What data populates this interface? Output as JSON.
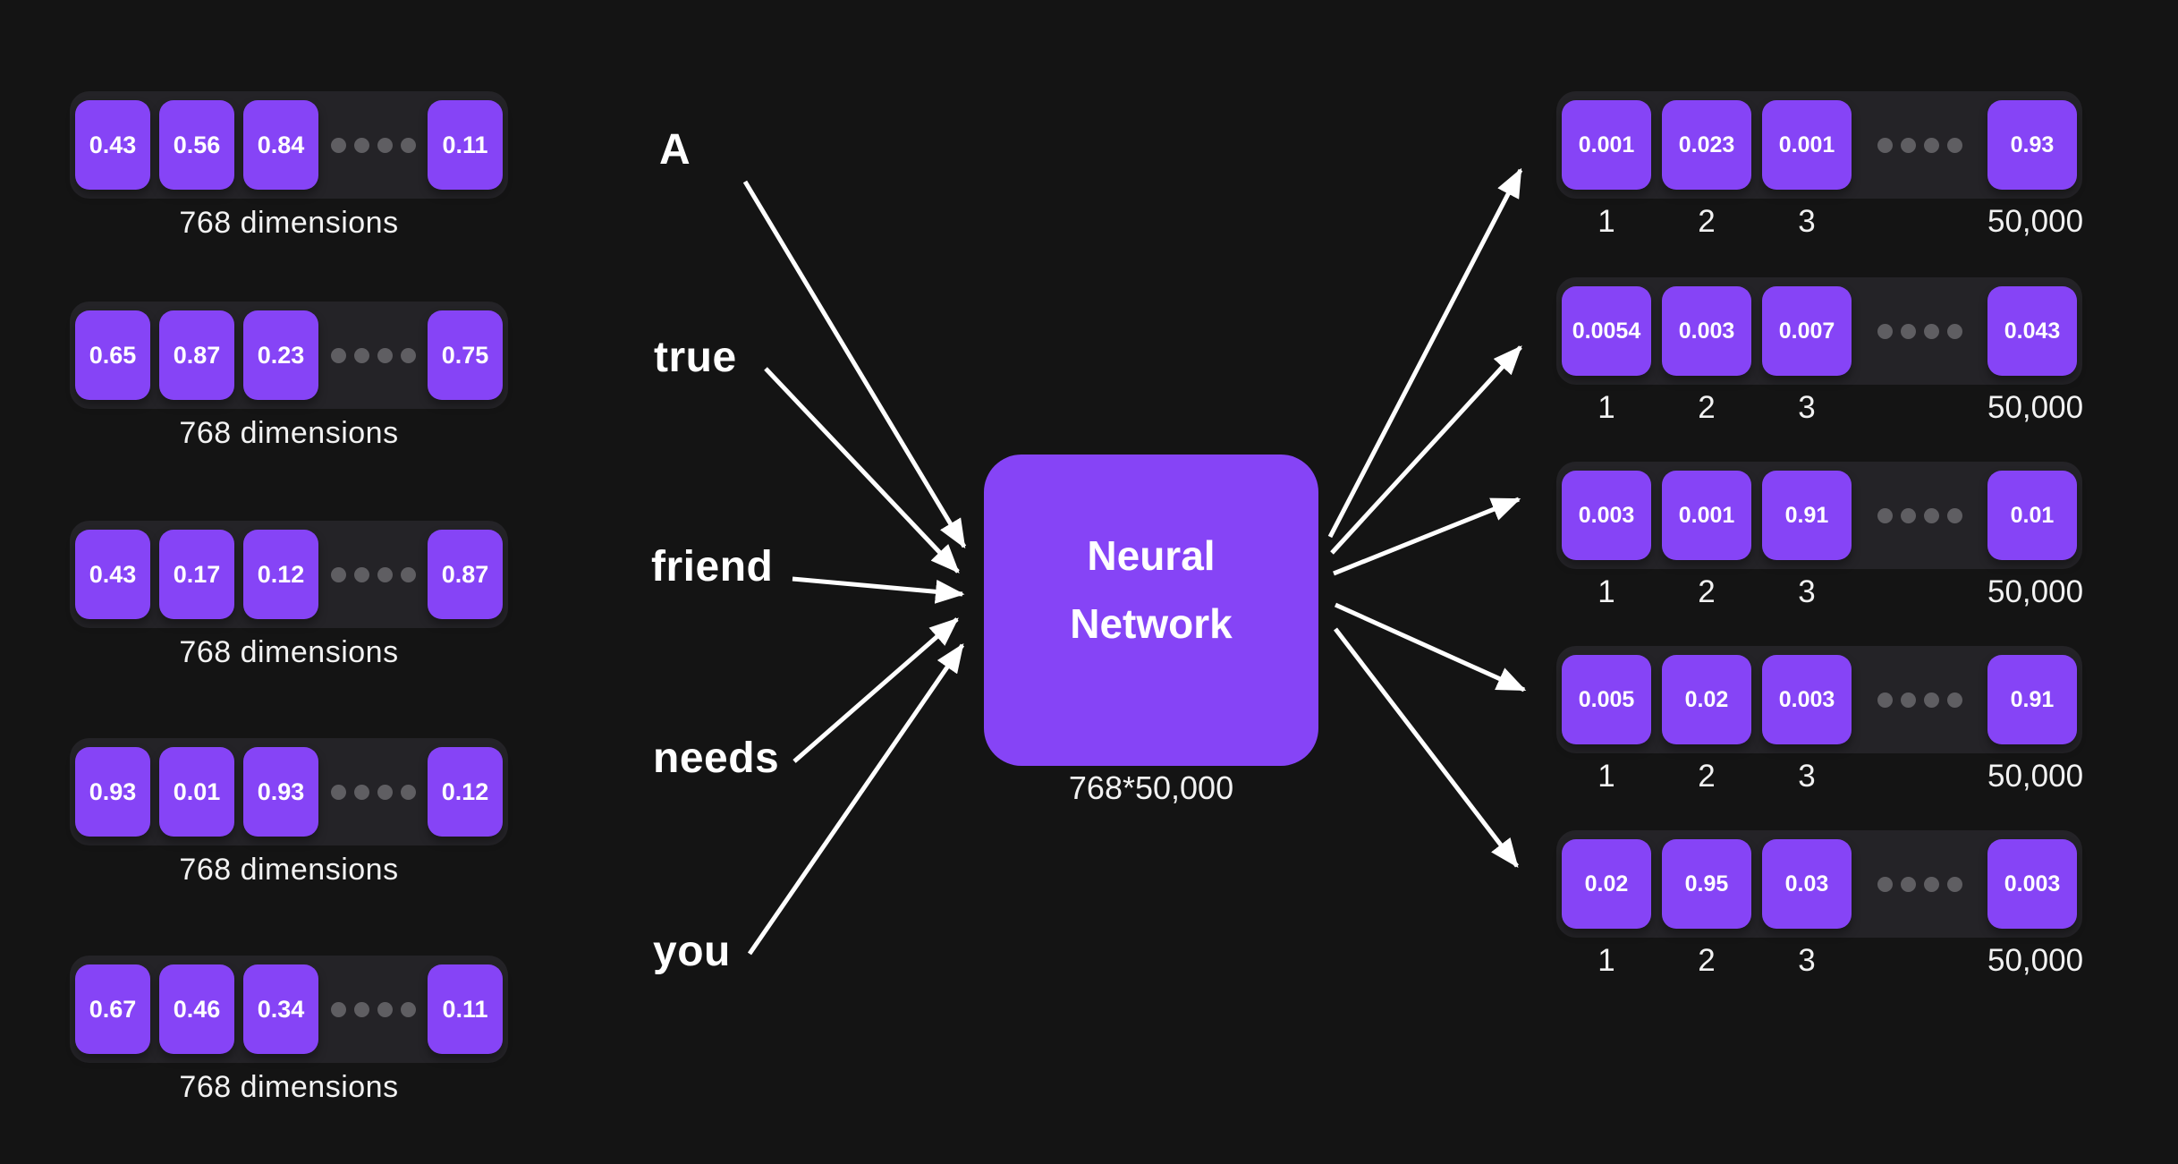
{
  "embedding_rows": [
    {
      "values": [
        "0.43",
        "0.56",
        "0.84",
        "0.11"
      ],
      "label": "768 dimensions"
    },
    {
      "values": [
        "0.65",
        "0.87",
        "0.23",
        "0.75"
      ],
      "label": "768 dimensions"
    },
    {
      "values": [
        "0.43",
        "0.17",
        "0.12",
        "0.87"
      ],
      "label": "768 dimensions"
    },
    {
      "values": [
        "0.93",
        "0.01",
        "0.93",
        "0.12"
      ],
      "label": "768 dimensions"
    },
    {
      "values": [
        "0.67",
        "0.46",
        "0.34",
        "0.11"
      ],
      "label": "768 dimensions"
    }
  ],
  "input_words": [
    "A",
    "true",
    "friend",
    "needs",
    "you"
  ],
  "network": {
    "title_line1": "Neural",
    "title_line2": "Network",
    "caption": "768*50,000"
  },
  "output_rows": [
    {
      "values": [
        "0.001",
        "0.023",
        "0.001",
        "0.93"
      ],
      "ticks": [
        "1",
        "2",
        "3",
        "50,000"
      ]
    },
    {
      "values": [
        "0.0054",
        "0.003",
        "0.007",
        "0.043"
      ],
      "ticks": [
        "1",
        "2",
        "3",
        "50,000"
      ]
    },
    {
      "values": [
        "0.003",
        "0.001",
        "0.91",
        "0.01"
      ],
      "ticks": [
        "1",
        "2",
        "3",
        "50,000"
      ]
    },
    {
      "values": [
        "0.005",
        "0.02",
        "0.003",
        "0.91"
      ],
      "ticks": [
        "1",
        "2",
        "3",
        "50,000"
      ]
    },
    {
      "values": [
        "0.02",
        "0.95",
        "0.03",
        "0.003"
      ],
      "ticks": [
        "1",
        "2",
        "3",
        "50,000"
      ]
    }
  ],
  "colors": {
    "accent": "#8644f6",
    "background": "#141414",
    "row_background": "#242327",
    "dot": "#5f5e62",
    "arrow": "#ffffff"
  }
}
